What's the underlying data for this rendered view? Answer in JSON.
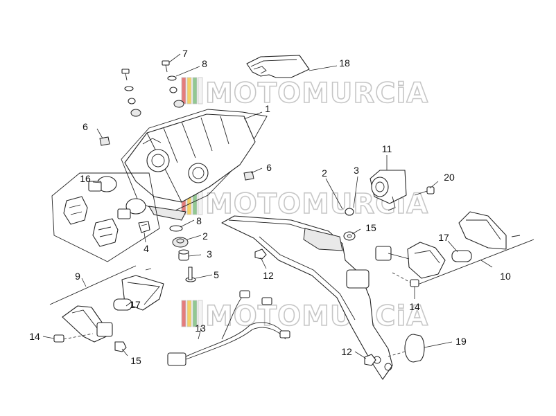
{
  "watermark": {
    "text": "MOTOMURCiA",
    "stripe_colors": [
      "#e06666",
      "#f2c94c",
      "#7fbf7f",
      "#f2f2f2"
    ]
  },
  "callouts": [
    {
      "id": "c1",
      "label": "1"
    },
    {
      "id": "c2a",
      "label": "2"
    },
    {
      "id": "c2b",
      "label": "2"
    },
    {
      "id": "c3a",
      "label": "3"
    },
    {
      "id": "c3b",
      "label": "3"
    },
    {
      "id": "c4",
      "label": "4"
    },
    {
      "id": "c5",
      "label": "5"
    },
    {
      "id": "c6a",
      "label": "6"
    },
    {
      "id": "c6b",
      "label": "6"
    },
    {
      "id": "c7",
      "label": "7"
    },
    {
      "id": "c8a",
      "label": "8"
    },
    {
      "id": "c8b",
      "label": "8"
    },
    {
      "id": "c9",
      "label": "9"
    },
    {
      "id": "c10",
      "label": "10"
    },
    {
      "id": "c11",
      "label": "11"
    },
    {
      "id": "c12a",
      "label": "12"
    },
    {
      "id": "c12b",
      "label": "12"
    },
    {
      "id": "c13",
      "label": "13"
    },
    {
      "id": "c14a",
      "label": "14"
    },
    {
      "id": "c14b",
      "label": "14"
    },
    {
      "id": "c15a",
      "label": "15"
    },
    {
      "id": "c15b",
      "label": "15"
    },
    {
      "id": "c16",
      "label": "16"
    },
    {
      "id": "c17a",
      "label": "17"
    },
    {
      "id": "c17b",
      "label": "17"
    },
    {
      "id": "c18",
      "label": "18"
    },
    {
      "id": "c19",
      "label": "19"
    },
    {
      "id": "c20",
      "label": "20"
    }
  ]
}
